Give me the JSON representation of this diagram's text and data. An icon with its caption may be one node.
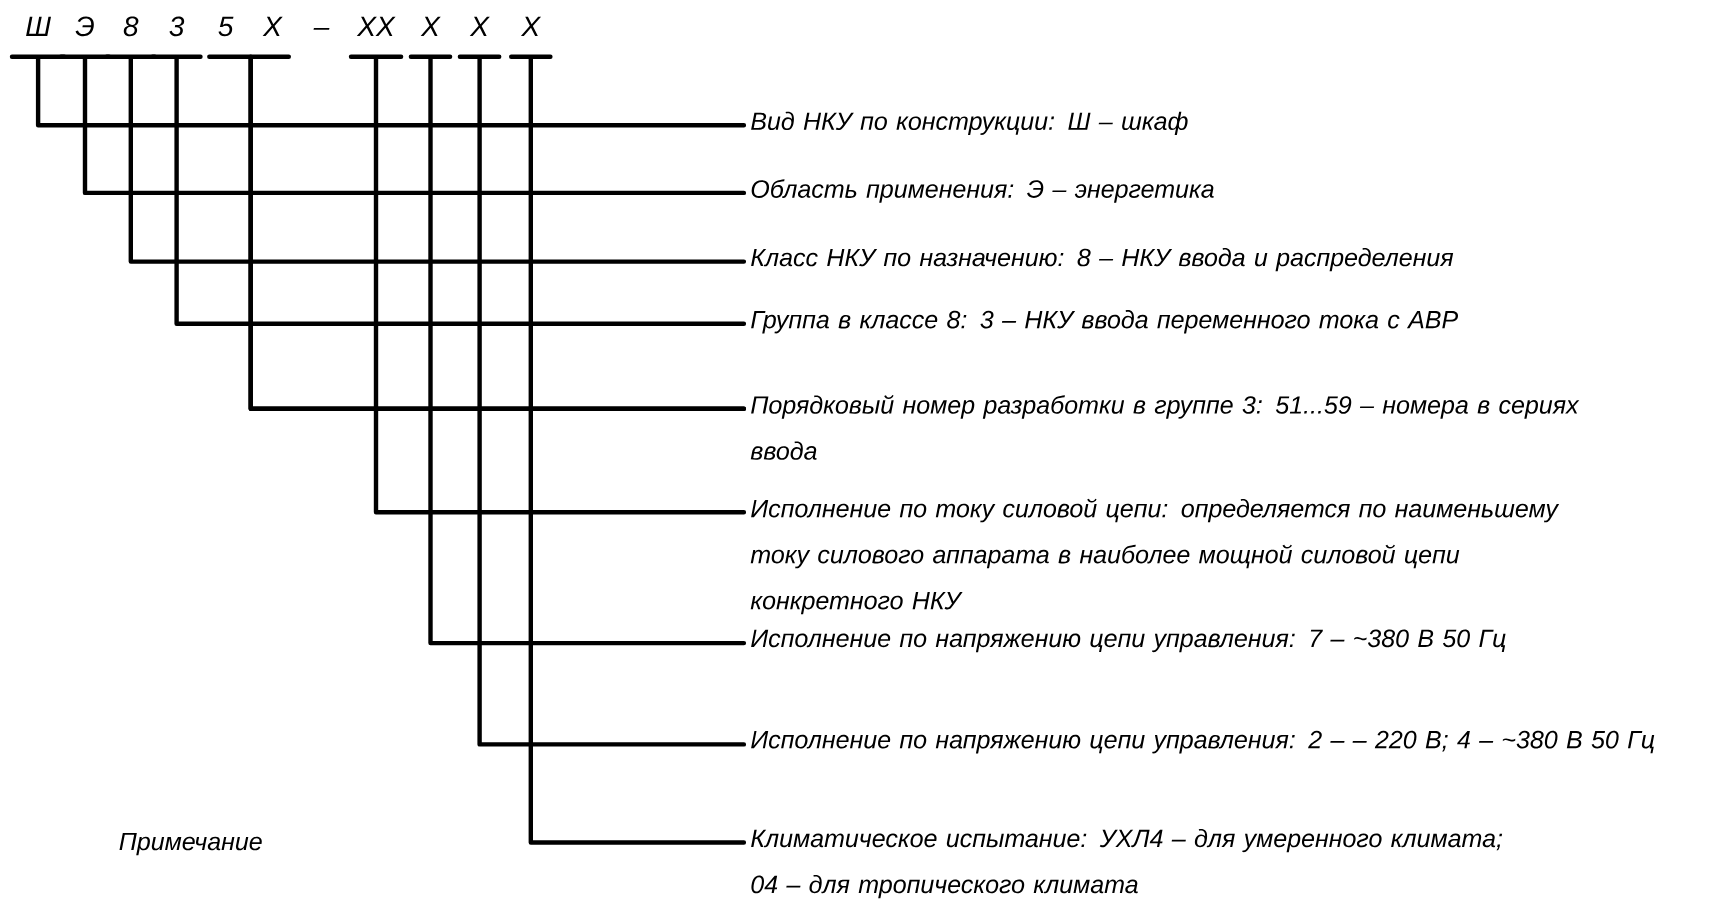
{
  "diagram": {
    "nodes": [
      {
        "text": [
          "Ш"
        ]
      },
      {
        "text": [
          "Э"
        ]
      },
      {
        "text": [
          "8"
        ]
      },
      {
        "text": [
          "3"
        ]
      },
      {
        "text": [
          "5"
        ]
      },
      {
        "text": [
          "X"
        ]
      },
      {
        "text": [
          "XX"
        ]
      },
      {
        "text": [
          "X"
        ]
      },
      {
        "text": [
          "X"
        ]
      },
      {
        "text": [
          "X"
        ]
      },
      {
        "text": [
          "Вид НКУ по конструкции: Ш – шкаф"
        ]
      },
      {
        "text": [
          "Область применения: Э – энергетика"
        ]
      },
      {
        "text": [
          "Класс НКУ по назначению: 8 – НКУ ввода и распределения"
        ]
      },
      {
        "text": [
          "Группа в классе 8: 3 – НКУ ввода переменного тока с АВР"
        ]
      },
      {
        "text": [
          "Порядковый номер разработки в группе 3: 51...59 – номера в сериях ввода"
        ]
      },
      {
        "text": [
          "Исполнение по току силовой цепи: определяется по наименьшему току силового аппарата в наиболее мощной силовой цепи конкретного НКУ"
        ]
      },
      {
        "text": [
          "Исполнение по напряжению цепи управления: 7 – ~380 В 50 Гц"
        ]
      },
      {
        "text": [
          "Исполнение по напряжению цепи управления: 2 – – 220 В; 4 – ~380 В 50 Гц"
        ]
      },
      {
        "text": [
          "Климатическое испытание: УХЛ4 – для умеренного климата; 04 – для тропического климата"
        ]
      }
    ],
    "edges": [
      {
        "from": 0,
        "to": 10,
        "arrow": "none"
      },
      {
        "from": 1,
        "to": 11,
        "arrow": "none"
      },
      {
        "from": 2,
        "to": 12,
        "arrow": "none"
      },
      {
        "from": 3,
        "to": 13,
        "arrow": "none"
      },
      {
        "from": 4,
        "to": 14,
        "arrow": "none"
      },
      {
        "from": 5,
        "to": 14,
        "arrow": "none"
      },
      {
        "from": 6,
        "to": 15,
        "arrow": "none"
      },
      {
        "from": 7,
        "to": 16,
        "arrow": "none"
      },
      {
        "from": 8,
        "to": 17,
        "arrow": "none"
      },
      {
        "from": 9,
        "to": 18,
        "arrow": "none"
      }
    ],
    "labels": [
      "–",
      "Примечание"
    ]
  }
}
